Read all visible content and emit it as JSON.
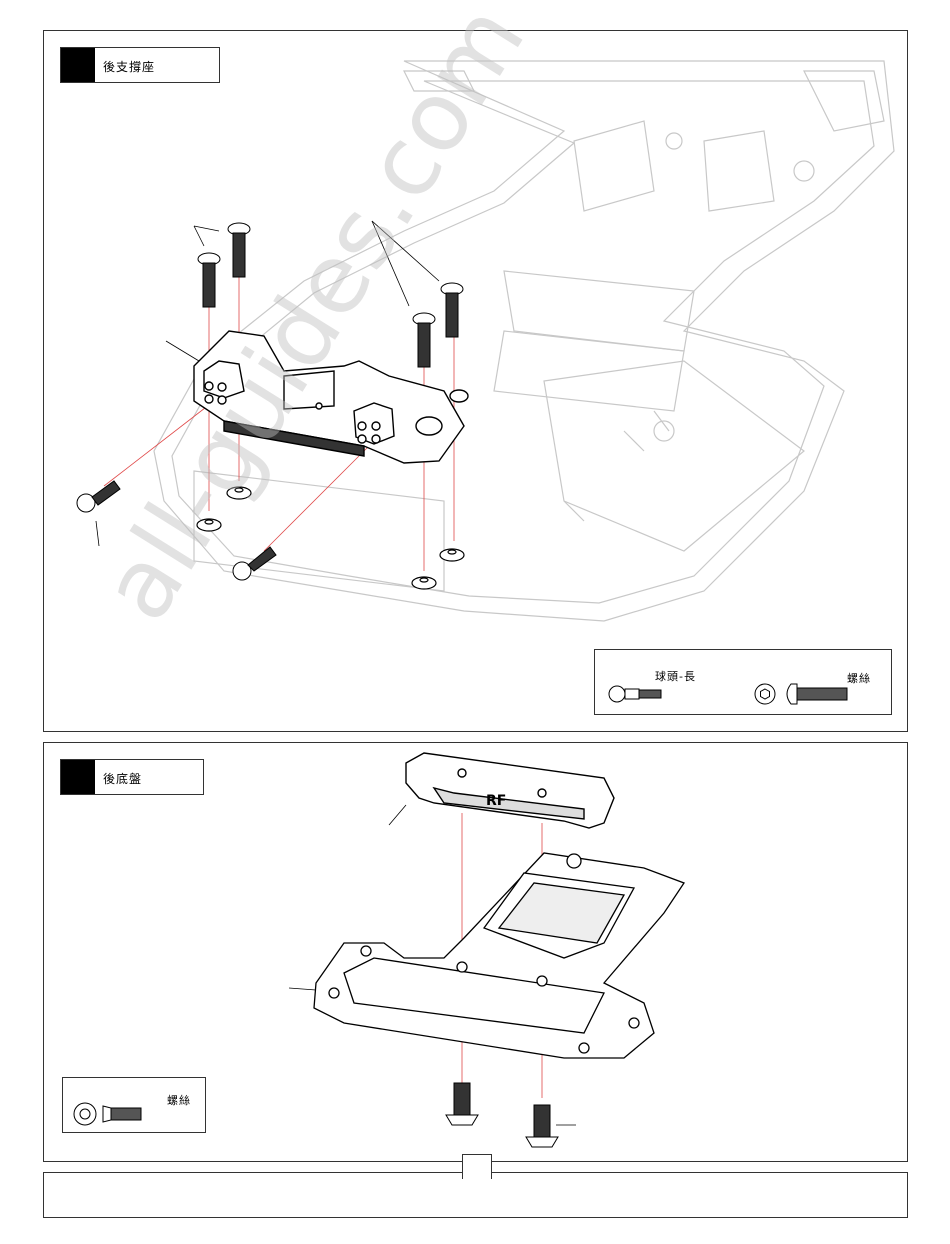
{
  "step1": {
    "title": "後支撐座",
    "legend": {
      "ball_label": "球頭-長",
      "screw_label": "螺絲"
    }
  },
  "step2": {
    "title": "後底盤",
    "part_label": "RF",
    "legend": {
      "screw_label": "螺絲"
    }
  },
  "watermark": "all-guides.com",
  "icons": [
    "ball-stud-icon",
    "hex-socket-icon",
    "button-head-screw-icon",
    "flat-head-screw-icon"
  ]
}
